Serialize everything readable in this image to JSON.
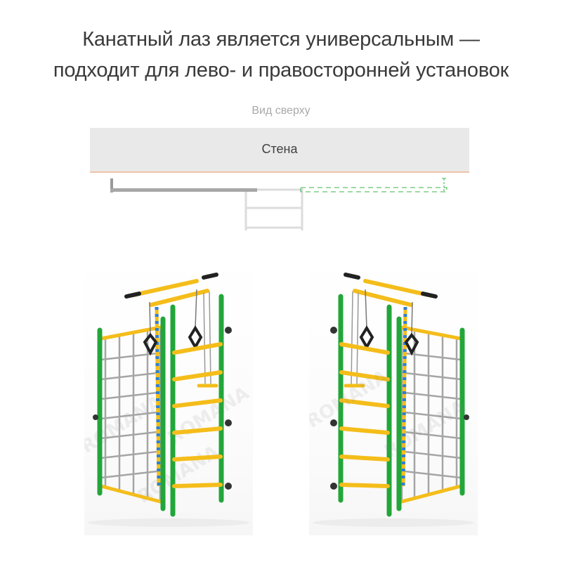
{
  "headline": {
    "line1": "Канатный лаз является универсальным —",
    "line2": "подходит для лево- и правосторонней установок"
  },
  "view_label": "Вид сверху",
  "wall_label": "Стена",
  "watermark": "ROMANA",
  "colors": {
    "frame_green": "#22a63a",
    "rung_yellow": "#f4bd1a",
    "rope_blue": "#2f7fd0",
    "net_gray": "#9a9a9a",
    "dashed_green": "#3bb54a",
    "wall": "#e9e9e9"
  },
  "illustrations": [
    {
      "name": "left-side-installation",
      "variant": "rope climb on left"
    },
    {
      "name": "right-side-installation",
      "variant": "rope climb on right (mirrored)"
    }
  ]
}
